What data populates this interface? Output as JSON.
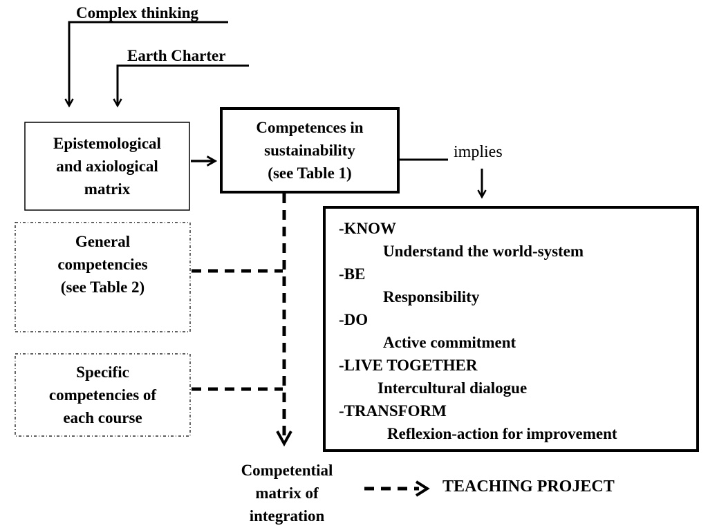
{
  "inputs": {
    "complex_thinking": "Complex thinking",
    "earth_charter": "Earth Charter"
  },
  "boxes": {
    "epistemological": [
      "Epistemological",
      "and axiological",
      "matrix"
    ],
    "competences": [
      "Competences in",
      "sustainability",
      "(see Table 1)"
    ],
    "general": [
      "General",
      "competencies",
      "(see Table 2)"
    ],
    "specific": [
      "Specific",
      "competencies of",
      "each course"
    ]
  },
  "implies_label": "implies",
  "dimensions": [
    {
      "head": "-KNOW",
      "detail": "Understand the world-system"
    },
    {
      "head": "-BE",
      "detail": "Responsibility"
    },
    {
      "head": "-DO",
      "detail": "Active commitment"
    },
    {
      "head": "-LIVE TOGETHER",
      "detail": "Intercultural dialogue"
    },
    {
      "head": "-TRANSFORM",
      "detail": "Reflexion-action for improvement"
    }
  ],
  "output": {
    "matrix": [
      "Competential",
      "matrix of",
      "integration"
    ],
    "teaching_project": "TEACHING PROJECT"
  },
  "colors": {
    "ink": "#000000",
    "background": "#ffffff",
    "know_dash": "#a05a1c"
  }
}
